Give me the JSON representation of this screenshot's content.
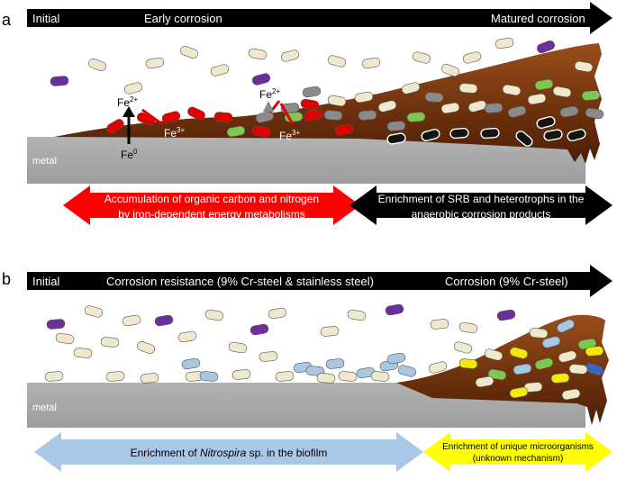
{
  "panel_a": {
    "label": "a",
    "timeline": {
      "start": "Initial",
      "middle": "Early corrosion",
      "end": "Matured corrosion"
    },
    "substrate": "metal",
    "chem": {
      "fe2_base": "Fe",
      "fe2_sup": "2+",
      "fe3_base": "Fe",
      "fe3_sup": "3+",
      "fe0_base": "Fe",
      "fe0_sup": "0"
    },
    "arrow_left": {
      "color": "#ff0000",
      "line1": "Accumulation of organic carbon and nitrogen",
      "line2": "by iron-dependent energy metabolisms"
    },
    "arrow_right": {
      "color": "#000000",
      "line1": "Enrichment of SRB and heterotrophs in the",
      "line2": "anaerobic corrosion products"
    }
  },
  "panel_b": {
    "label": "b",
    "timeline": {
      "start": "Initial",
      "middle": "Corrosion resistance (9% Cr-steel & stainless steel)",
      "end": "Corrosion (9% Cr-steel)"
    },
    "substrate": "metal",
    "arrow_left": {
      "color": "#a9c8e8",
      "text_pre": "Enrichment of ",
      "text_italic": "Nitrospira",
      "text_post": " sp. in the biofilm"
    },
    "arrow_right": {
      "color": "#ffff00",
      "line1": "Enrichment of unique microorganisms",
      "line2": "(unknown mechanism)"
    }
  },
  "colors": {
    "timeline": "#000000",
    "metal": "#a6a6a6",
    "rust": "#7a3a12",
    "cell_beige": "#efe8cc",
    "cell_purple": "#6a2f9a",
    "cell_red": "#e00000",
    "cell_green": "#7ec850",
    "cell_gray": "#8a8a8a",
    "cell_black": "#141414",
    "cell_blue": "#a7c8e2",
    "cell_yellow": "#f2ea00",
    "cell_darkblue": "#3a66c0"
  }
}
